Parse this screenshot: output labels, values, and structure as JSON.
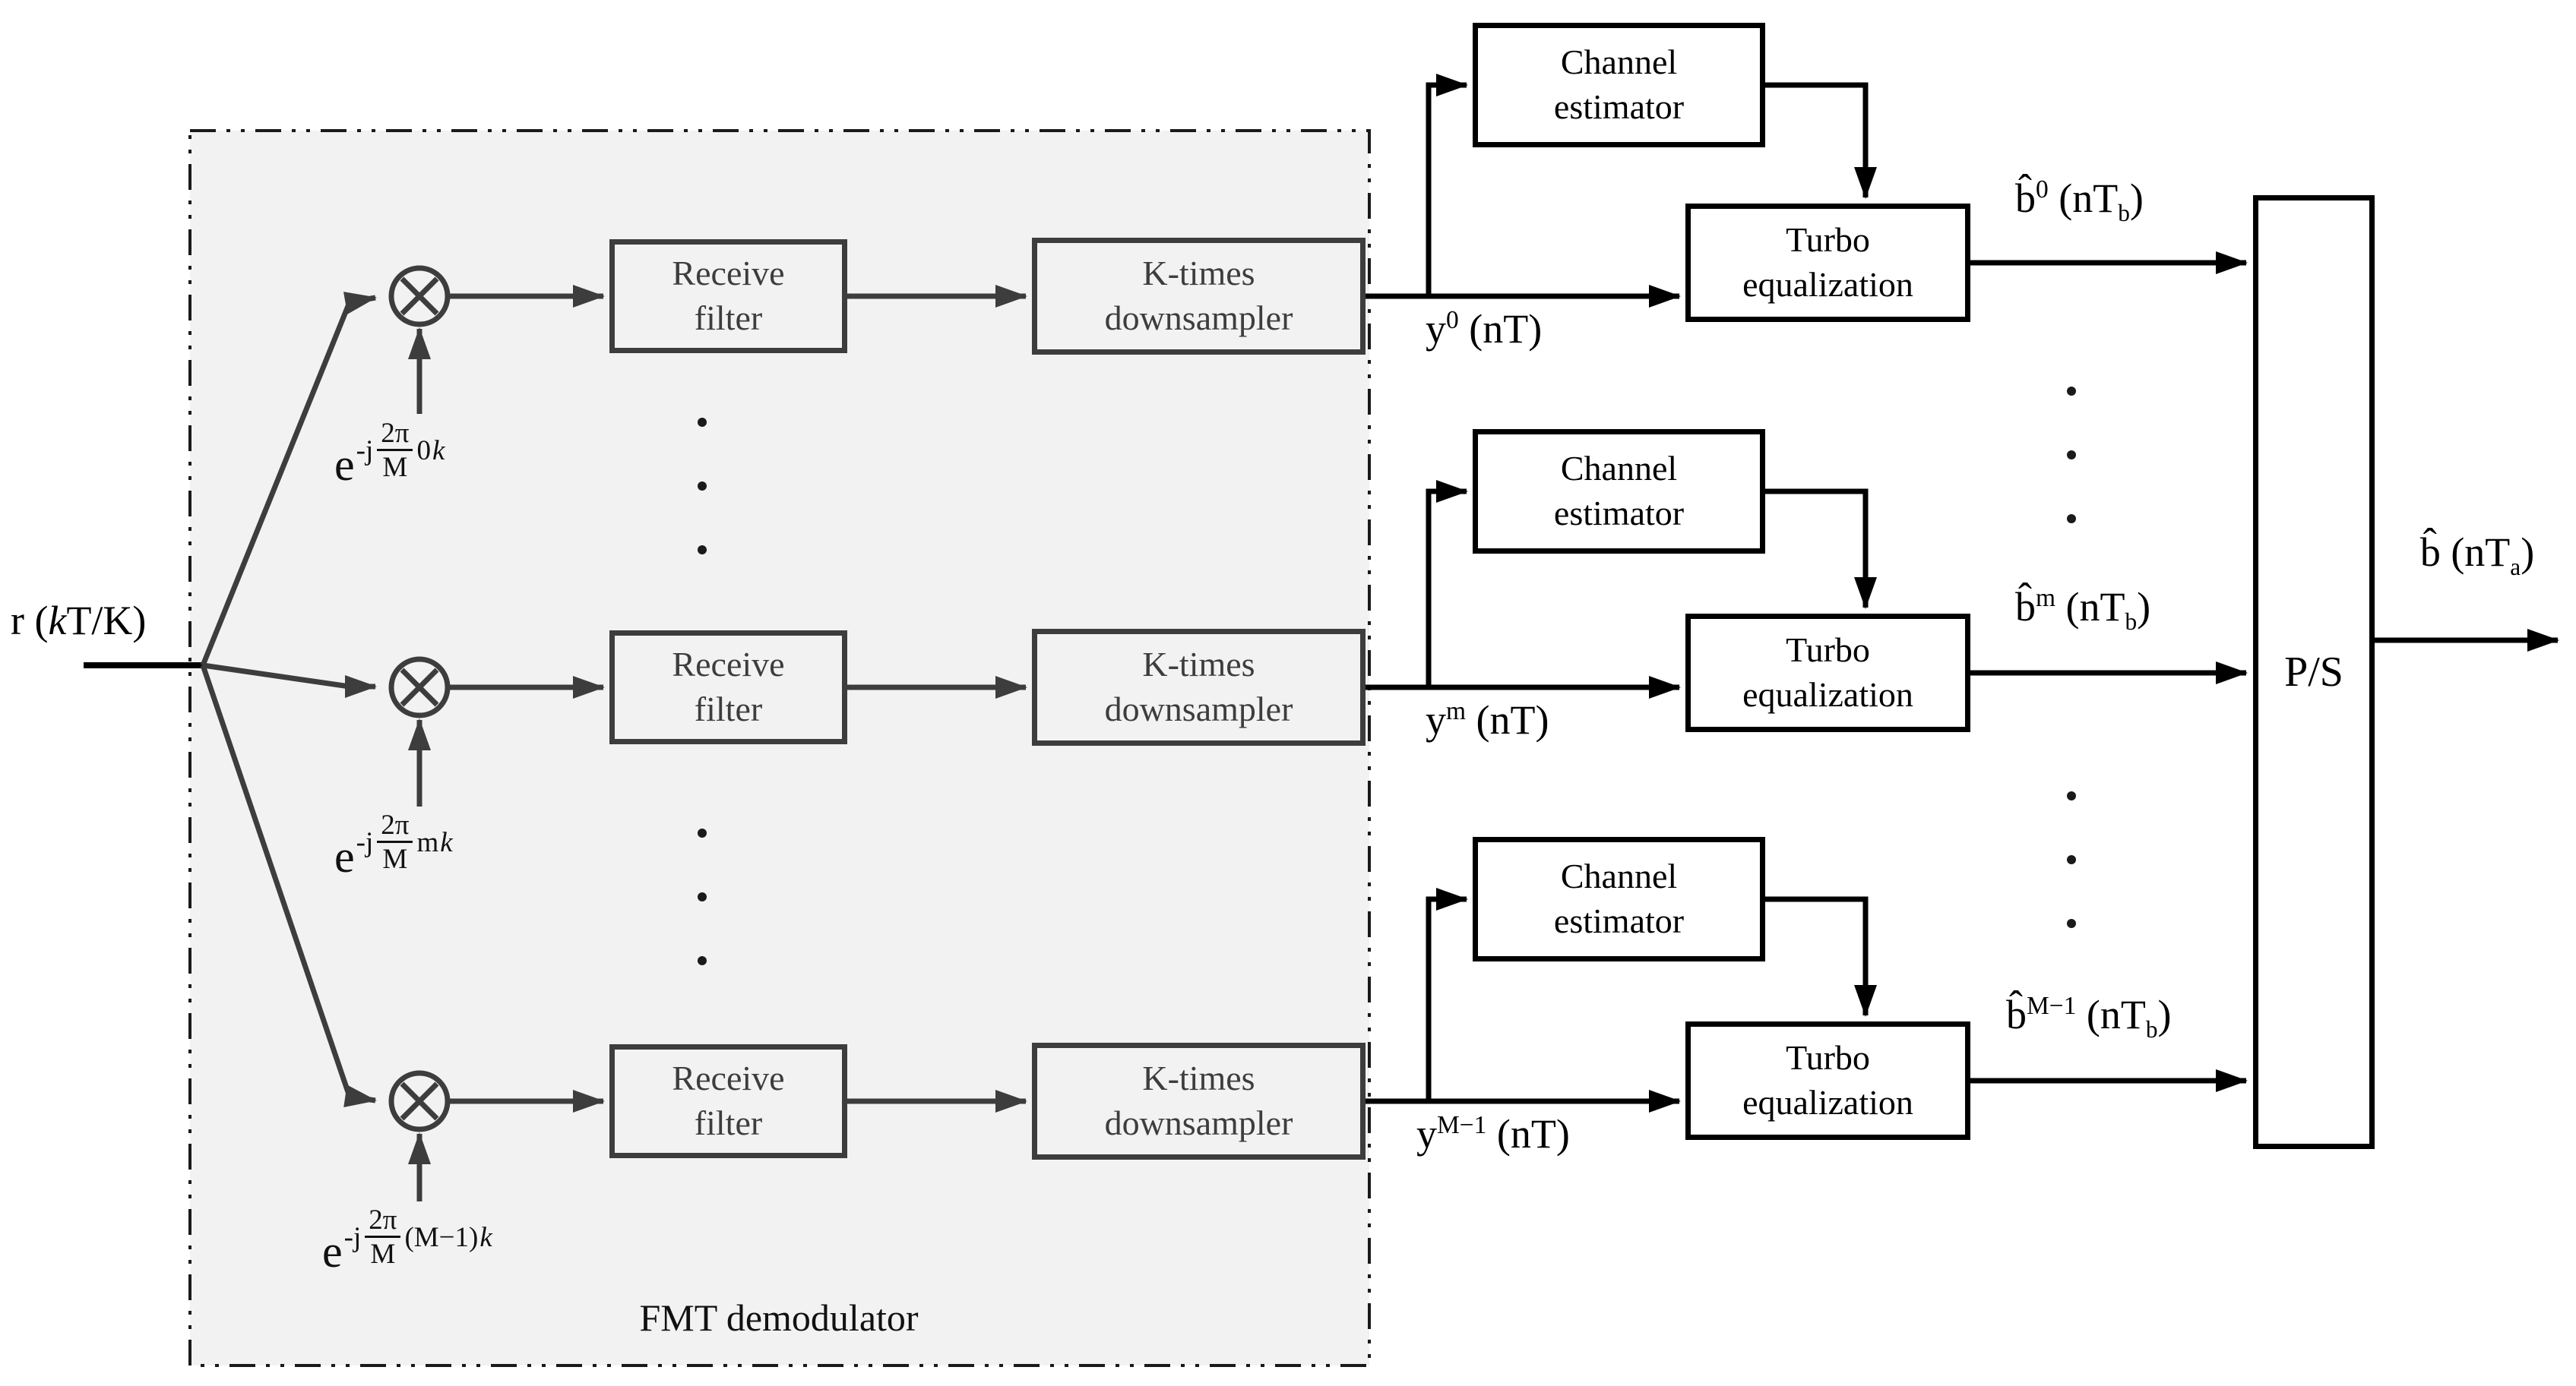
{
  "colors": {
    "gray": "#3d3d3d",
    "black": "#000000",
    "region_bg": "#f2f2f2"
  },
  "fmt_region_label": "FMT demodulator",
  "input_label": {
    "pre": "r (",
    "k": "k",
    "post": "T/K)"
  },
  "exp": {
    "base": "e",
    "prefix": "-j",
    "num": "2π",
    "den": "M",
    "k": "k"
  },
  "boxes": {
    "receive_filter": {
      "line1": "Receive",
      "line2": "filter"
    },
    "downsampler": {
      "line1": "K-times",
      "line2": "downsampler"
    },
    "channel_estimator": {
      "line1": "Channel",
      "line2": "estimator"
    },
    "turbo": {
      "line1": "Turbo",
      "line2": "equalization"
    }
  },
  "labels": {
    "y_base": "y",
    "y_arg": "(nT)",
    "b_base": "b̂",
    "b_arg_pre": "(nT",
    "b_sub": "b",
    "b_arg_post": ")",
    "ps": "P/S",
    "output_base": "b̂",
    "output_arg_pre": "(nT",
    "output_sub": "a",
    "output_arg_post": ")"
  },
  "rows": [
    {
      "exp_factor": "0",
      "sup": "0"
    },
    {
      "exp_factor": "m",
      "sup": "m"
    },
    {
      "exp_factor": "(M−1)",
      "sup": "M−1"
    }
  ]
}
